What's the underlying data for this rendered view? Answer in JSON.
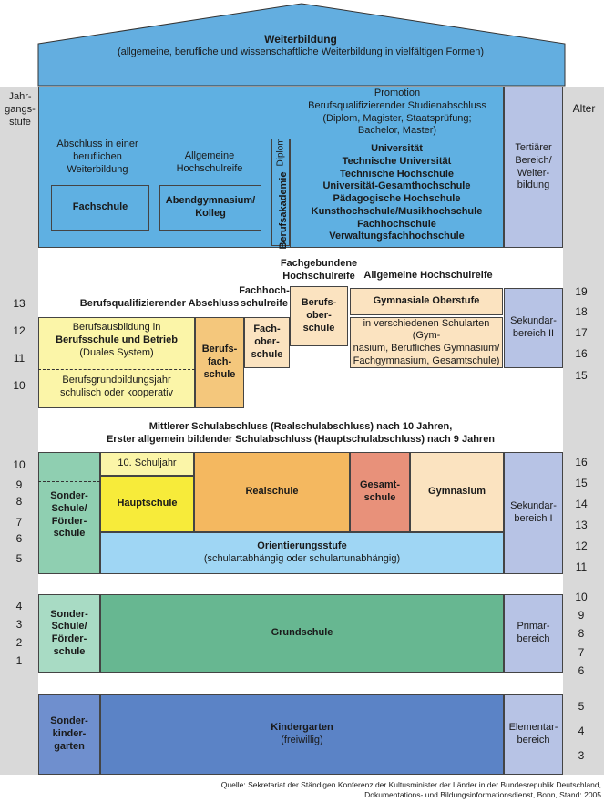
{
  "weiterbildung": {
    "title": "Weiterbildung",
    "subtitle": "(allgemeine, berufliche und wissenschaftliche Weiterbildung in vielfältigen Formen)"
  },
  "left_label": "Jahr-\ngangs-\nstufe",
  "right_label": "Alter",
  "tertiary": {
    "abschluss": "Abschluss in einer\nberuflichen\nWeiterbildung",
    "fachschule": "Fachschule",
    "allg_hsr": "Allgemeine\nHochschulreife",
    "abendgym": "Abendgymnasium/\nKolleg",
    "diplom": "Diplom",
    "berufsakademie": "Berufsakademie",
    "promotion": "Promotion\nBerufsqualifizierender Studienabschluss\n(Diplom, Magister, Staatsprüfung;\nBachelor, Master)",
    "uni_list": "Universität\nTechnische Universität\nTechnische Hochschule\nUniversität-Gesamthochschule\nPädagogische Hochschule\nKunsthochschule/Musikhochschule\nFachhochschule\nVerwaltungsfachhochschule",
    "side": "Tertiärer\nBereich/\nWeiter-\nbildung"
  },
  "sek2": {
    "fachgeb": "Fachgebundene\nHochschulreife",
    "allg": "Allgemeine Hochschulreife",
    "fachhoch": "Fachhoch-\nschulreife",
    "berufsq": "Berufsqualifizierender Abschluss",
    "berufsausbildung_1": "Berufsausbildung in",
    "berufsausbildung_2": "Berufsschule und Betrieb",
    "berufsausbildung_3": "(Duales System)",
    "bgj": "Berufsgrundbildungsjahr\nschulisch oder kooperativ",
    "berufsfachschule": "Berufs-\nfach-\nschule",
    "fachoberschule": "Fach-\nober-\nschule",
    "berufsoberschule": "Berufs-\nober-\nschule",
    "gym_ober": "Gymnasiale Oberstufe",
    "gym_ober_sub": "in verschiedenen Schularten (Gym-\nnasium, Berufliches Gymnasium/\nFachgymnasium, Gesamtschule)",
    "side": "Sekundar-\nbereich II"
  },
  "mittlerer": "Mittlerer Schulabschluss (Realschulabschluss) nach 10 Jahren,\nErster allgemein bildender Schulabschluss (Hauptschulabschluss) nach 9 Jahren",
  "sek1": {
    "sonder": "Sonder-\nSchule/\nFörder-\nschule",
    "zehn": "10. Schuljahr",
    "hauptschule": "Hauptschule",
    "realschule": "Realschule",
    "gesamtschule": "Gesamt-\nschule",
    "gymnasium": "Gymnasium",
    "orient": "Orientierungsstufe",
    "orient_sub": "(schulartabhängig oder schulartunabhängig)",
    "side": "Sekundar-\nbereich I"
  },
  "primar": {
    "sonder": "Sonder-\nSchule/\nFörder-\nschule",
    "grundschule": "Grundschule",
    "side": "Primar-\nbereich"
  },
  "elementar": {
    "sonder": "Sonder-\nkinder-\ngarten",
    "kiga": "Kindergarten",
    "kiga_sub": "(freiwillig)",
    "side": "Elementar-\nbereich"
  },
  "grades": [
    "13",
    "12",
    "11",
    "10",
    "10",
    "9",
    "8",
    "7",
    "6",
    "5",
    "4",
    "3",
    "2",
    "1"
  ],
  "ages": [
    "19",
    "18",
    "17",
    "16",
    "15",
    "16",
    "15",
    "14",
    "13",
    "12",
    "11",
    "10",
    "9",
    "8",
    "7",
    "6",
    "5",
    "4",
    "3"
  ],
  "source": "Quelle: Sekretariat der Ständigen Konferenz der Kultusminister der Länder in der Bundesrepublik Deutschland,\nDokumentations- und Bildungsinformationsdienst, Bonn, Stand: 2005"
}
